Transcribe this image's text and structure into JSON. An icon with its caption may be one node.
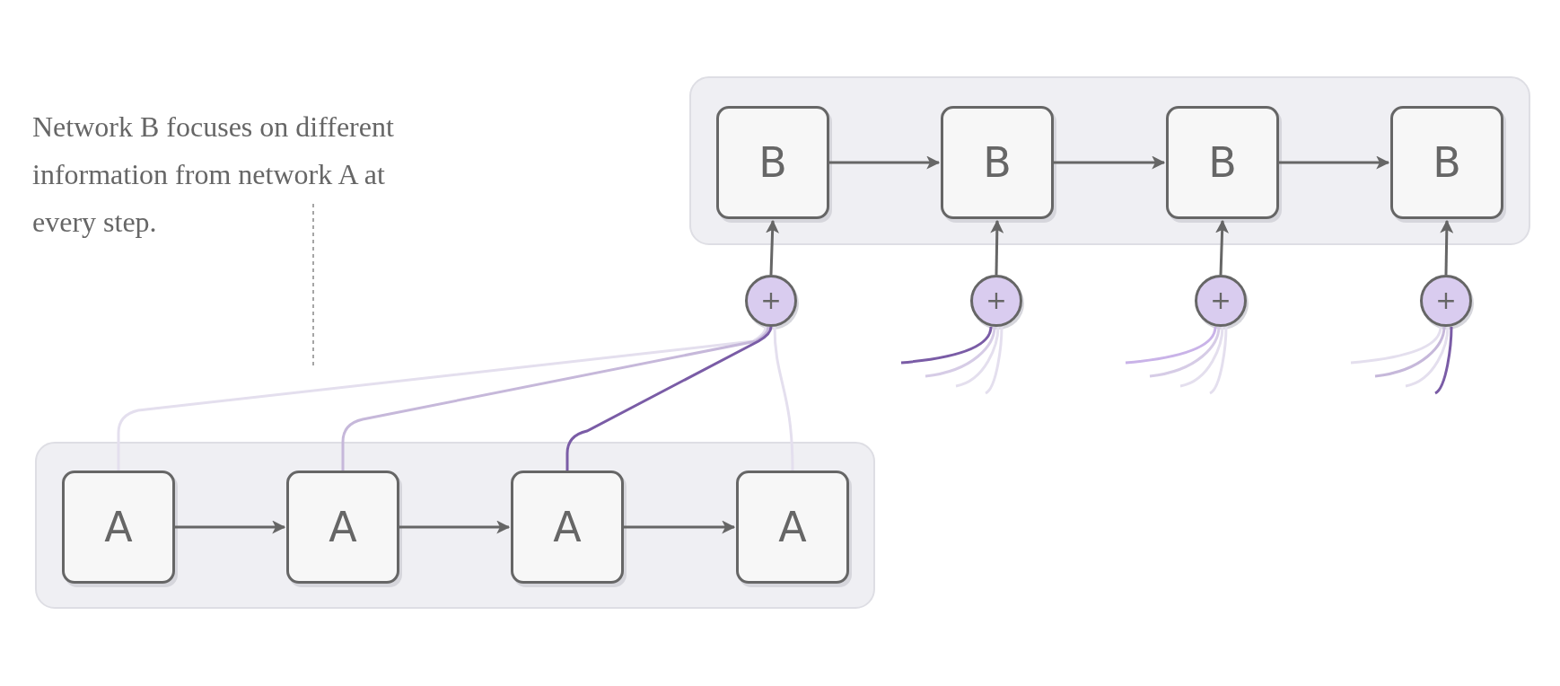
{
  "diagram": {
    "nodes": [
      {
        "text": [],
        "shape": "box"
      },
      {
        "text": [
          "B"
        ],
        "in": 0
      },
      {
        "text": [
          "B"
        ],
        "in": 0
      },
      {
        "text": [
          "B"
        ],
        "in": 0
      },
      {
        "text": [
          "B"
        ],
        "in": 0
      },
      {
        "text": [],
        "shape": "box"
      },
      {
        "text": [
          "A"
        ],
        "in": 5
      },
      {
        "text": [
          "A"
        ],
        "in": 5
      },
      {
        "text": [
          "A"
        ],
        "in": 5
      },
      {
        "text": [
          "A"
        ],
        "in": 5
      },
      {
        "text": [
          "+"
        ]
      },
      {
        "text": [
          "+"
        ]
      },
      {
        "text": [
          "+"
        ]
      },
      {
        "text": [
          "+"
        ]
      }
    ],
    "edges": [
      {
        "from": 1,
        "to": 2,
        "arrow": "to"
      },
      {
        "from": 2,
        "to": 3,
        "arrow": "to"
      },
      {
        "from": 3,
        "to": 4,
        "arrow": "to"
      },
      {
        "from": 6,
        "to": 7,
        "arrow": "to"
      },
      {
        "from": 7,
        "to": 8,
        "arrow": "to"
      },
      {
        "from": 8,
        "to": 9,
        "arrow": "to"
      },
      {
        "from": 10,
        "to": 1,
        "arrow": "to"
      },
      {
        "from": 11,
        "to": 2,
        "arrow": "to"
      },
      {
        "from": 12,
        "to": 3,
        "arrow": "to"
      },
      {
        "from": 13,
        "to": 4,
        "arrow": "to"
      },
      {
        "from": 6,
        "to": 10,
        "arrow": "none",
        "color": "#e4dfee"
      },
      {
        "from": 7,
        "to": 10,
        "arrow": "none",
        "color": "#c6b8da"
      },
      {
        "from": 8,
        "to": 10,
        "arrow": "none",
        "color": "#7a5ca6"
      },
      {
        "from": 9,
        "to": 10,
        "arrow": "none",
        "color": "#e4dfee"
      },
      {
        "from": null,
        "to": 11,
        "arrow": "none",
        "color": "#7a5ca6"
      },
      {
        "from": null,
        "to": 11,
        "arrow": "none",
        "color": "#d6cce6"
      },
      {
        "from": null,
        "to": 11,
        "arrow": "none",
        "color": "#e4dfee"
      },
      {
        "from": null,
        "to": 11,
        "arrow": "none",
        "color": "#e4dfee"
      },
      {
        "from": null,
        "to": 12,
        "arrow": "none",
        "color": "#c9b3e8"
      },
      {
        "from": null,
        "to": 12,
        "arrow": "none",
        "color": "#d6cce6"
      },
      {
        "from": null,
        "to": 12,
        "arrow": "none",
        "color": "#e4dfee"
      },
      {
        "from": null,
        "to": 12,
        "arrow": "none",
        "color": "#e4dfee"
      },
      {
        "from": null,
        "to": 13,
        "arrow": "none",
        "color": "#e4dfee"
      },
      {
        "from": null,
        "to": 13,
        "arrow": "none",
        "color": "#c6b8da"
      },
      {
        "from": null,
        "to": 13,
        "arrow": "none",
        "color": "#e4dfee"
      },
      {
        "from": null,
        "to": 13,
        "arrow": "none",
        "color": "#7a5ca6"
      }
    ],
    "labels": [
      "Network B focuses on different information from network A at every step."
    ]
  }
}
